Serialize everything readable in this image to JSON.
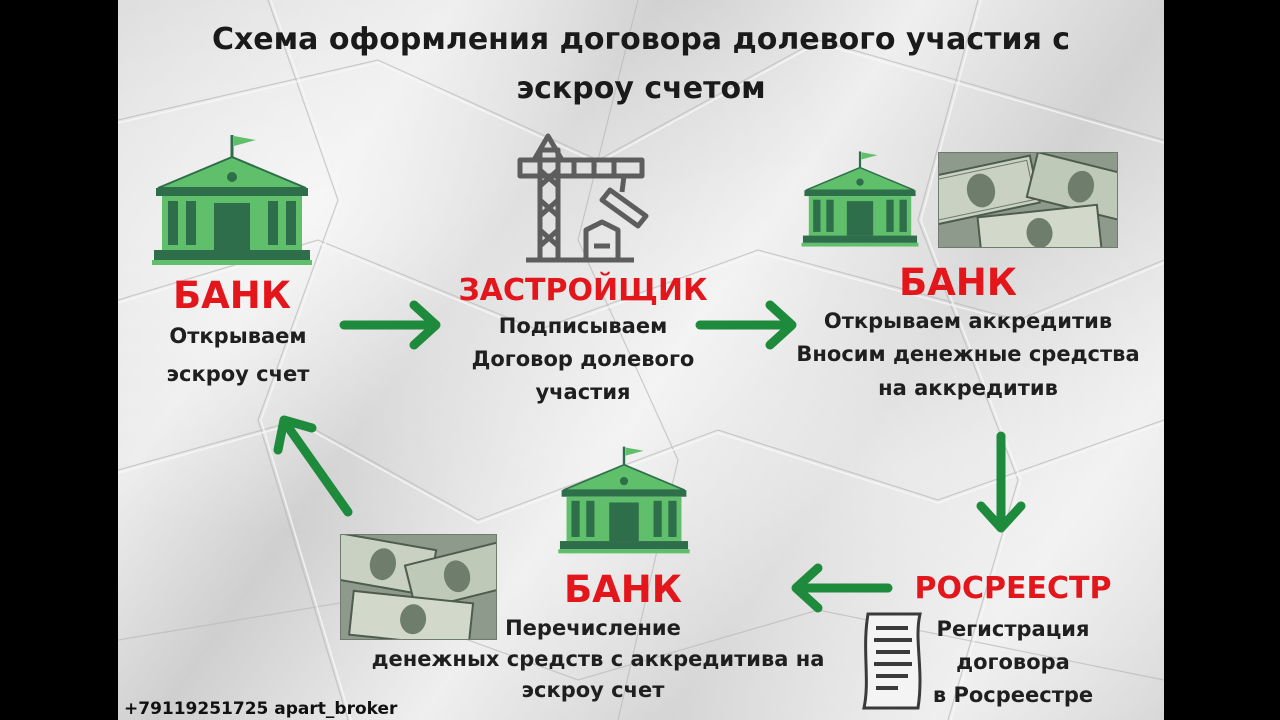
{
  "title": {
    "line1": "Схема оформления договора долевого участия с",
    "line2": "эскроу счетом"
  },
  "nodes": {
    "bank1": {
      "heading": "БАНК",
      "line1": "Открываем",
      "line2": "эскроу счет"
    },
    "developer": {
      "heading": "ЗАСТРОЙЩИК",
      "line1": "Подписываем",
      "line2": "Договор долевого",
      "line3": "участия"
    },
    "bank2": {
      "heading": "БАНК",
      "line1": "Открываем аккредитив",
      "line2": "Вносим денежные средства",
      "line3": "на аккредитив"
    },
    "rosreestr": {
      "heading": "РОСРЕЕСТР",
      "line1": "Регистрация",
      "line2": "договора",
      "line3": "в Росреестре"
    },
    "bank3": {
      "heading": "БАНК",
      "line1": "Перечисление",
      "line2": "денежных средств с аккредитива на",
      "line3": "эскроу счет"
    }
  },
  "footer": {
    "contact": "+79119251725 apart_broker"
  },
  "colors": {
    "heading_red": "#e3161c",
    "arrow_green": "#1e8a3c",
    "bank_green": "#5fbf6a",
    "bank_dark": "#2e6e4a"
  },
  "icons": [
    "bank-icon",
    "crane-icon",
    "money-photo",
    "document-icon",
    "arrow-icon"
  ]
}
